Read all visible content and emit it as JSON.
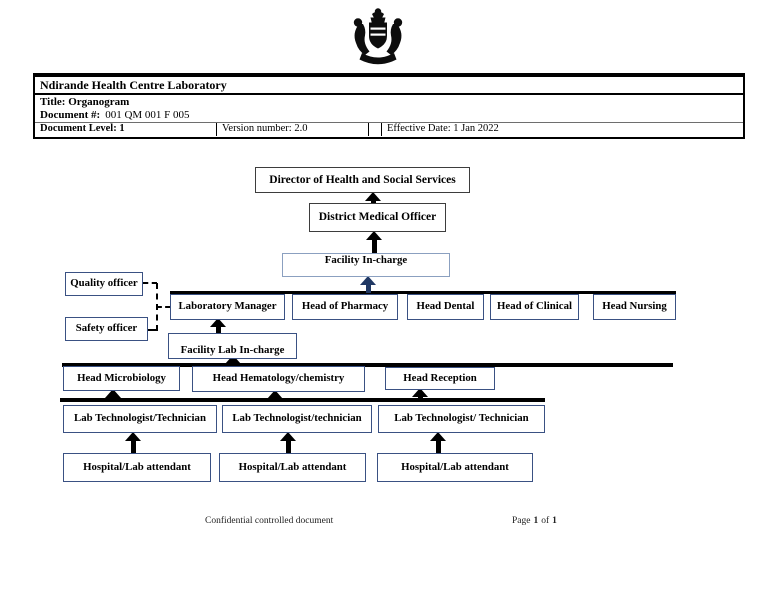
{
  "header": {
    "org_name": "Ndirande Health Centre Laboratory",
    "title_line": "Title: Organogram",
    "doc_number_label": "Document #:",
    "doc_number_value": "001 QM 001 F 005",
    "doc_level": "Document Level: 1",
    "version": "Version number: 2.0",
    "effective_date": "Effective Date: 1 Jan 2022"
  },
  "logo": {
    "icon": "malawi-coat-of-arms"
  },
  "chart": {
    "nodes": {
      "director": "Director of Health and Social Services",
      "dmo": "District Medical Officer",
      "facility_incharge": "Facility In-charge",
      "quality_officer": "Quality officer",
      "safety_officer": "Safety officer",
      "lab_manager": "Laboratory Manager",
      "head_pharmacy": "Head of Pharmacy",
      "head_dental": "Head Dental",
      "head_clinical": "Head of Clinical",
      "head_nursing": "Head Nursing",
      "facility_lab_incharge": "Facility Lab In-charge",
      "head_microbiology": "Head Microbiology",
      "head_hematology": "Head Hematology/chemistry",
      "head_reception": "Head Reception",
      "tech1": "Lab Technologist/Technician",
      "tech2": "Lab Technologist/technician",
      "tech3": "Lab Technologist/ Technician",
      "att1": "Hospital/Lab attendant",
      "att2": "Hospital/Lab attendant",
      "att3": "Hospital/Lab attendant"
    }
  },
  "footer": {
    "confidential": "Confidential controlled document",
    "page_word": "Page",
    "page_number": "1",
    "of_word": "of",
    "page_total": "1"
  },
  "colors": {
    "box_border_navy": "#3a5183",
    "box_border_gray": "#3d3d3d",
    "box_border_lightblue": "#8ba0c0",
    "arrow_blue": "#203864",
    "line_black": "#000000"
  }
}
